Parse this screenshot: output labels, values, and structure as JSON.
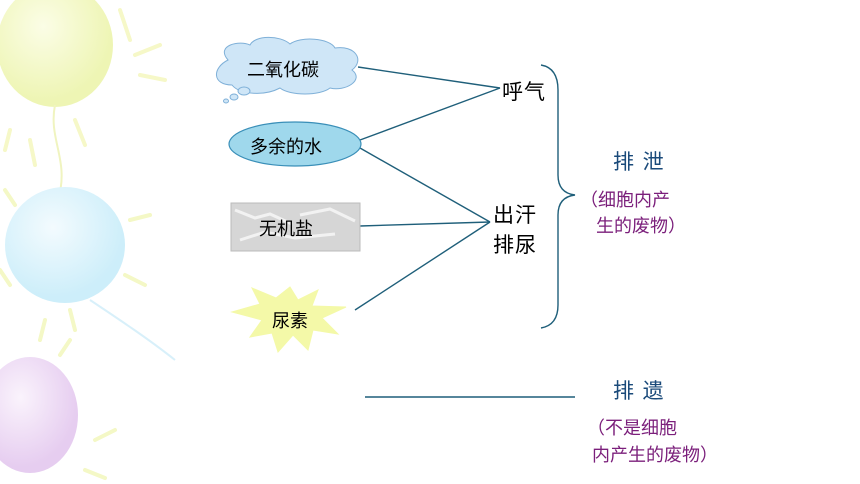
{
  "sources": [
    {
      "id": "co2",
      "label": "二氧化碳"
    },
    {
      "id": "water",
      "label": "多余的水"
    },
    {
      "id": "salt",
      "label": "无机盐"
    },
    {
      "id": "urea",
      "label": "尿素"
    }
  ],
  "routes": {
    "breath": "呼气",
    "sweat": "出汗",
    "urine": "排尿"
  },
  "excretion": {
    "title": "排 泄",
    "note_line1": "（细胞内产",
    "note_line2": "生的废物）"
  },
  "egestion": {
    "title": "排 遗",
    "note_line1": "（不是细胞",
    "note_line2": "内产生的废物）"
  },
  "colors": {
    "line": "#1f5f7a",
    "purple": "#7b1f7b",
    "cloud": "#cfe6f7",
    "oval": "#9fd8ec",
    "star": "#f4f9a8"
  }
}
